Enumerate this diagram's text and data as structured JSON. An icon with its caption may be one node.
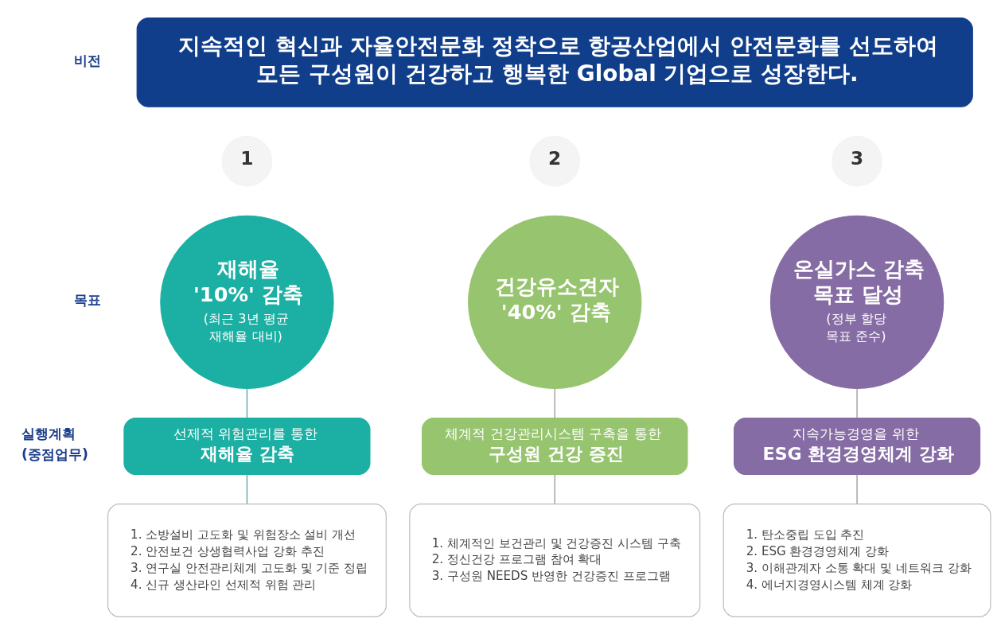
{
  "diagram": {
    "nodes": [
      {
        "text": [
          "지속적인 혁신과 자율안전문화 정착으로 항공산업에서 안전문화를 선도하여 모든 구성원이 건강하고 행복한 Global 기업으로 성장한다."
        ]
      },
      {
        "text": [
          "1"
        ]
      },
      {
        "text": [
          "2"
        ]
      },
      {
        "text": [
          "3"
        ]
      },
      {
        "text": [
          "재해율 '10%' 감축",
          "(최근 3년 평균 재해율 대비)"
        ]
      },
      {
        "text": [
          "건강유소견자 '40%' 감축"
        ]
      },
      {
        "text": [
          "온실가스 감축 목표 달성",
          "(정부 할당 목표 준수)"
        ]
      },
      {
        "text": [
          "선제적 위험관리를 통한",
          "재해율 감축"
        ]
      },
      {
        "text": [
          "체계적 건강관리시스템 구축을 통한",
          "구성원 건강 증진"
        ]
      },
      {
        "text": [
          "지속가능경영을 위한",
          "ESG 환경경영체계 강화"
        ]
      },
      {
        "text": [
          "1. 소방설비 고도화 및 위험장소 설비 개선",
          "2. 안전보건 상생협력사업 강화 추진",
          "3. 연구실 안전관리체계 고도화 및 기준 정립",
          "4. 신규 생산라인 선제적 위험 관리"
        ]
      },
      {
        "text": [
          "1. 체계적인 보건관리 및 건강증진 시스템 구축",
          "2. 정신건강 프로그램 참여 확대",
          "3. 구성원 NEEDS 반영한 건강증진 프로그램"
        ]
      },
      {
        "text": [
          "1. 탄소중립 도입 추진",
          "2. ESG 환경경영체계 강화",
          "3. 이해관계자 소통 확대 및 네트워크 강화",
          "4. 에너지경영시스템 체계 강화"
        ]
      }
    ],
    "edges": [
      {
        "from": 4,
        "to": 7,
        "arrow": "none",
        "color": "#5aa8a5"
      },
      {
        "from": 7,
        "to": 10,
        "arrow": "none",
        "color": "#5aa8a5"
      },
      {
        "from": 5,
        "to": 8,
        "arrow": "none"
      },
      {
        "from": 8,
        "to": 11,
        "arrow": "none"
      },
      {
        "from": 6,
        "to": 9,
        "arrow": "none"
      },
      {
        "from": 9,
        "to": 12,
        "arrow": "none"
      }
    ],
    "labels": [
      "비전",
      "목표",
      "실행계획 (중점업무)"
    ]
  }
}
